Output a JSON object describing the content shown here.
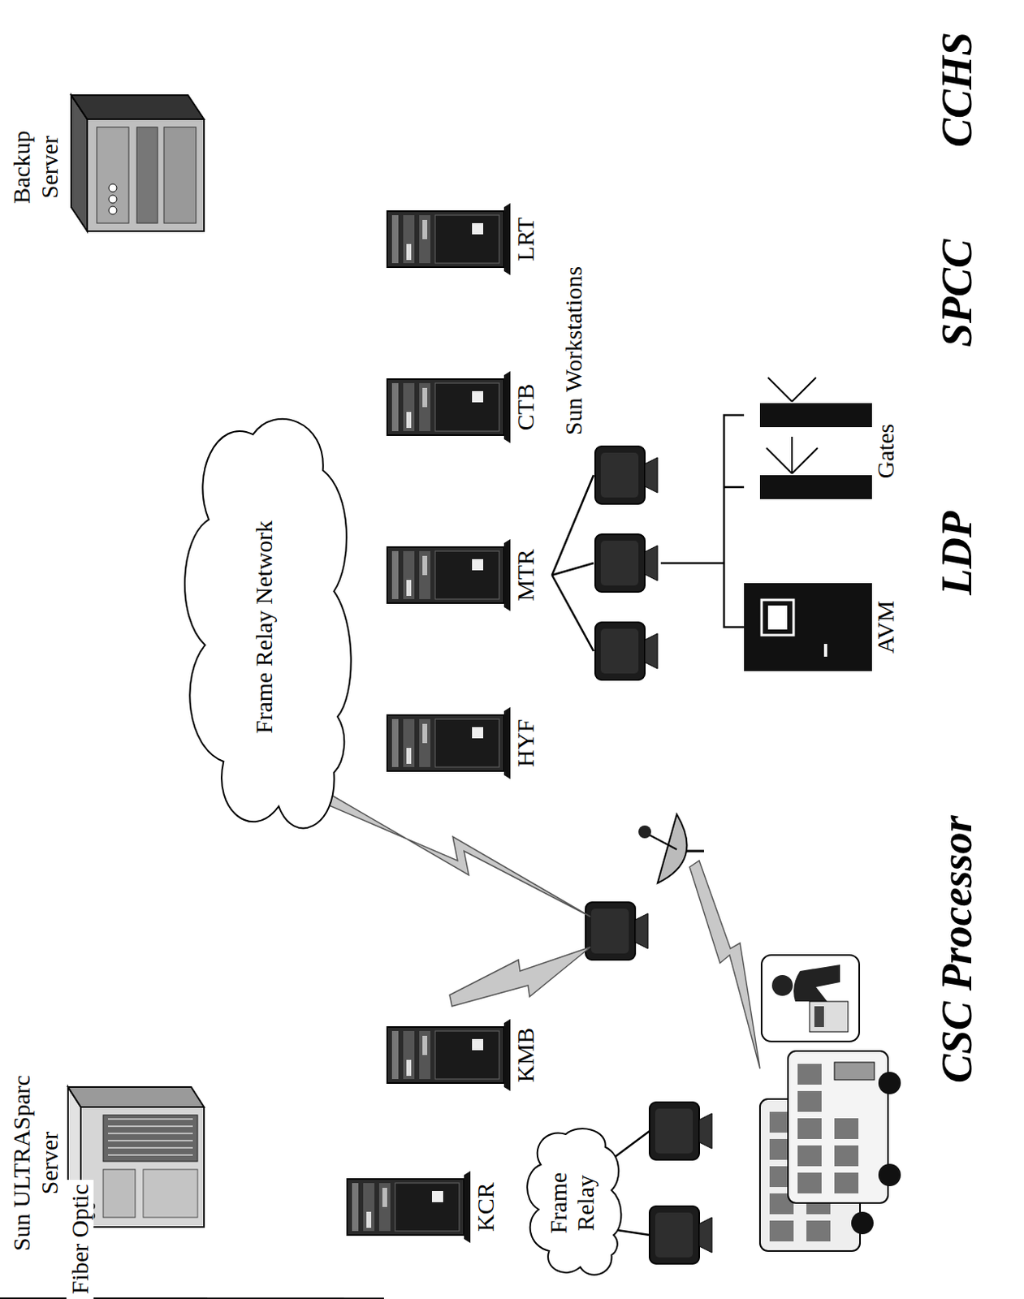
{
  "diagram": {
    "nodes": [
      {
        "text": [
          "Sun ULTRASparc Server"
        ]
      },
      {
        "text": [
          "Backup Server"
        ]
      },
      {
        "text": [
          "Frame Relay Network"
        ]
      },
      {
        "text": [
          "KCR"
        ]
      },
      {
        "text": [
          "KMB"
        ]
      },
      {
        "text": [
          "HYF"
        ]
      },
      {
        "text": [
          "MTR"
        ]
      },
      {
        "text": [
          "CTB"
        ]
      },
      {
        "text": [
          "LRT"
        ]
      },
      {
        "text": [
          "Frame Relay"
        ]
      },
      {
        "text": [
          "AVM"
        ]
      },
      {
        "text": [
          "Gates"
        ]
      }
    ],
    "edges": [
      {
        "from": 0,
        "to": 1,
        "label": "Fiber Optic",
        "arrow": "none"
      },
      {
        "from": 0,
        "to": 2,
        "arrow": "none"
      },
      {
        "from": 1,
        "to": 2,
        "arrow": "none"
      },
      {
        "from": 3,
        "to": 2,
        "arrow": "none"
      },
      {
        "from": 5,
        "to": 2,
        "arrow": "none"
      },
      {
        "from": 6,
        "to": 2,
        "arrow": "none"
      },
      {
        "from": 7,
        "to": 2,
        "arrow": "none"
      },
      {
        "from": 8,
        "to": 2,
        "arrow": "none"
      }
    ],
    "labels": [
      "CCHS",
      "SPCC",
      "LDP",
      "CSC Processor",
      "Sun Workstations"
    ]
  }
}
